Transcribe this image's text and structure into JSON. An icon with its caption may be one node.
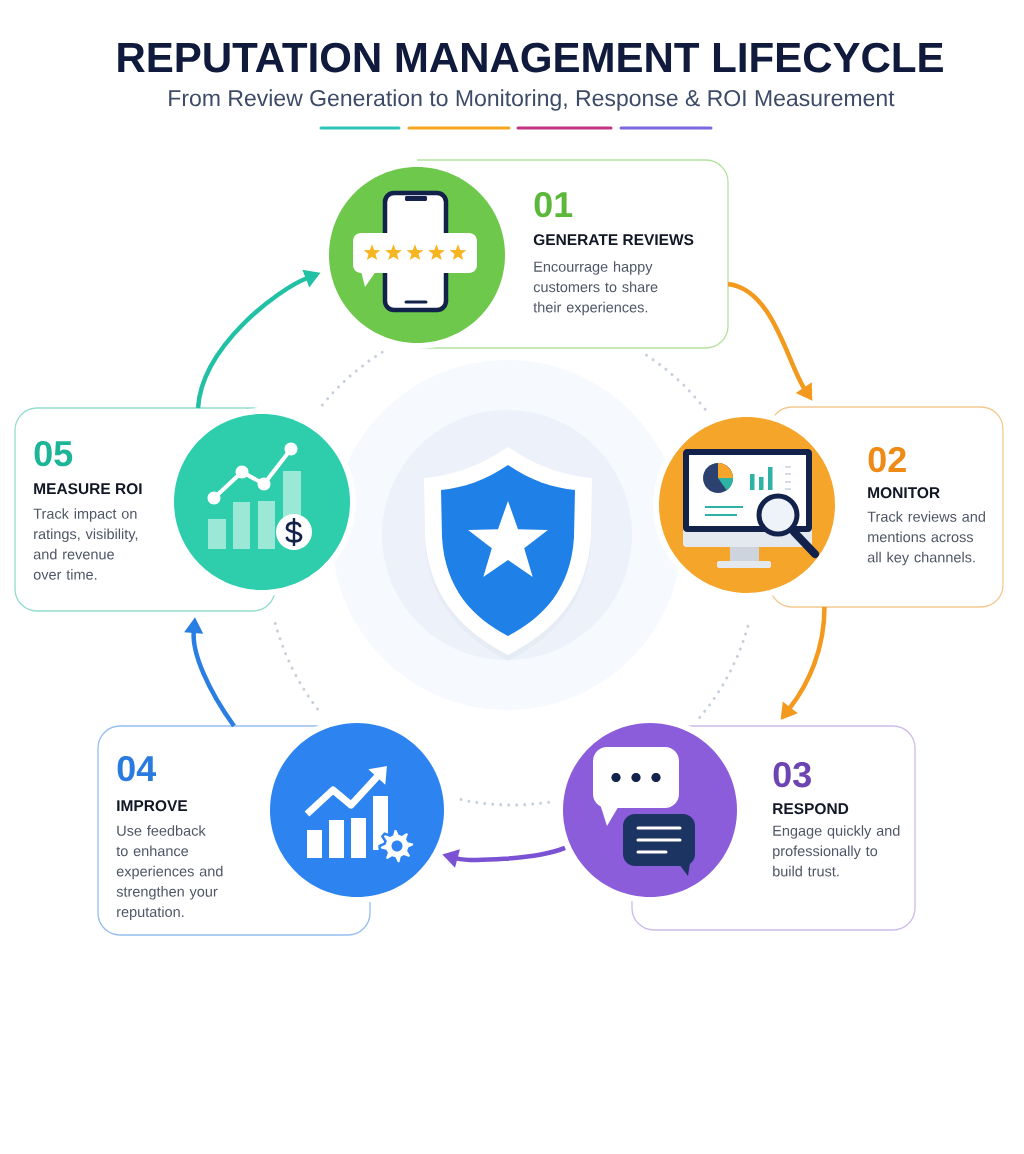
{
  "diagram": {
    "title": "REPUTATION MANAGEMENT LIFECYCLE",
    "nodes": [
      {
        "text": [
          "01",
          "GENERATE REVIEWS",
          "Encourrage happy customers to share their experiences."
        ]
      },
      {
        "text": [],
        "shape": "circle"
      },
      {
        "text": [
          "02",
          "MONITOR",
          "Track reviews and mentions across all key channels."
        ]
      },
      {
        "text": [],
        "shape": "circle"
      },
      {
        "text": [
          "03",
          "RESPOND",
          "Engage quickly and professionally to build trust."
        ]
      },
      {
        "text": [],
        "shape": "circle"
      },
      {
        "text": [
          "04",
          "IMPROVE",
          "Use feedback to enhance experiences and strengthen your reputation."
        ]
      },
      {
        "text": [],
        "shape": "circle"
      },
      {
        "text": [
          "05",
          "MEASURE ROI",
          "Track impact on ratings, visibility, and revenue over time."
        ]
      },
      {
        "text": [],
        "shape": "circle"
      }
    ],
    "edges": [
      {
        "from": 0,
        "to": 2,
        "arrow": "to",
        "color": "#f39a1e"
      },
      {
        "from": 2,
        "to": 4,
        "arrow": "to",
        "color": "#f39a1e"
      },
      {
        "from": 5,
        "to": 7,
        "arrow": "to",
        "color": "#7b52d3"
      },
      {
        "from": 6,
        "to": 8,
        "arrow": "to",
        "color": "#2a7ee3"
      },
      {
        "from": 8,
        "to": 1,
        "arrow": "to",
        "color": "#22c0a4"
      }
    ],
    "labels": [
      "From Review Generation to Monitoring, Response & ROI Measurement"
    ]
  }
}
